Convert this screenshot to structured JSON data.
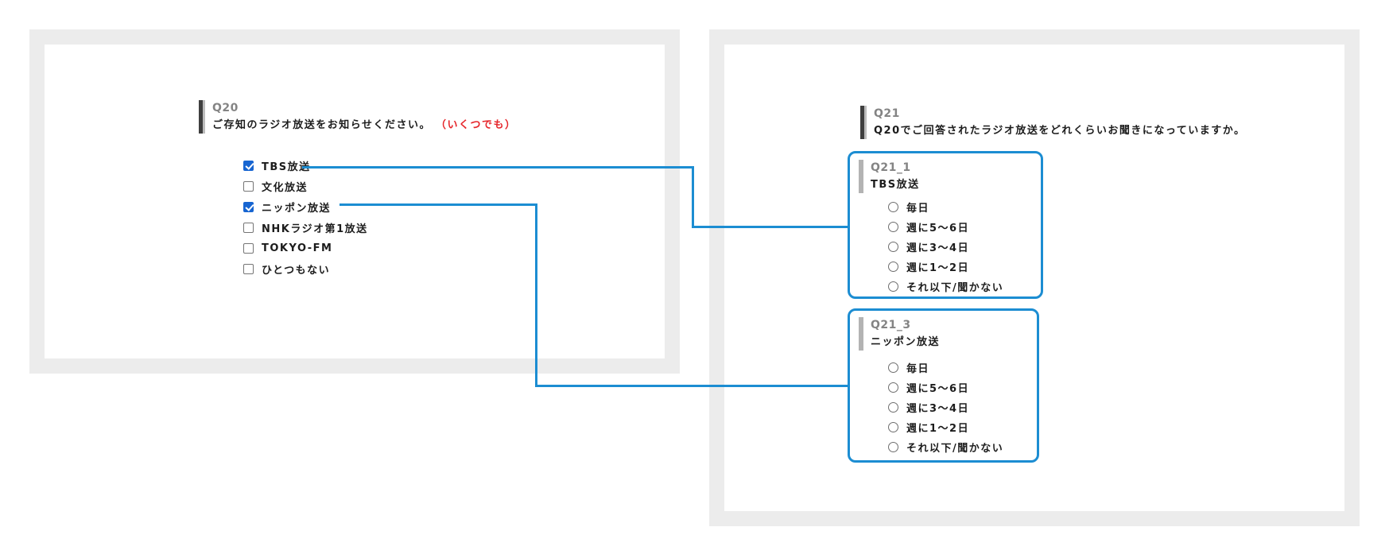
{
  "colors": {
    "accent_blue": "#1c8dd2",
    "checkbox_checked_blue": "#1765d1",
    "panel_frame_gray": "#ececec",
    "question_id_gray": "#848484",
    "note_red": "#e6252a"
  },
  "q20": {
    "id": "Q20",
    "question": "ご存知のラジオ放送をお知らせください。",
    "note": "（いくつでも）",
    "options": [
      {
        "label": "TBS放送",
        "checked": true
      },
      {
        "label": "文化放送",
        "checked": false
      },
      {
        "label": "ニッポン放送",
        "checked": true
      },
      {
        "label": "NHKラジオ第1放送",
        "checked": false
      },
      {
        "label": "TOKYO-FM",
        "checked": false
      },
      {
        "label": "ひとつもない",
        "checked": false
      }
    ]
  },
  "q21": {
    "id": "Q21",
    "question": "Q20でご回答されたラジオ放送をどれくらいお聞きになっていますか。",
    "sub_questions": [
      {
        "id": "Q21_1",
        "title": "TBS放送",
        "options": [
          "毎日",
          "週に5～6日",
          "週に3～4日",
          "週に1～2日",
          "それ以下/聞かない"
        ]
      },
      {
        "id": "Q21_3",
        "title": "ニッポン放送",
        "options": [
          "毎日",
          "週に5～6日",
          "週に3～4日",
          "週に1～2日",
          "それ以下/聞かない"
        ]
      }
    ]
  }
}
